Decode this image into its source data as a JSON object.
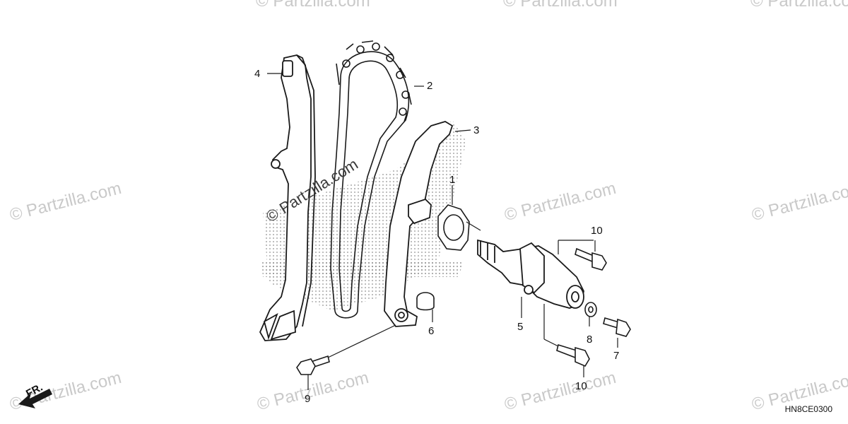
{
  "watermarks": [
    "© Partzilla.com",
    "© Partzilla.com",
    "© Partzilla.com",
    "© Partzilla.com",
    "© Partzilla.com",
    "© Partzilla.com",
    "© Partzilla.com",
    "© Partzilla.com",
    "© Partzilla.com",
    "© Partzilla.com"
  ],
  "center_watermark": "© Partzilla.com",
  "callouts": {
    "c1": "1",
    "c2": "2",
    "c3": "3",
    "c4": "4",
    "c5": "5",
    "c6": "6",
    "c7": "7",
    "c8": "8",
    "c9": "9",
    "c10a": "10",
    "c10b": "10"
  },
  "diagram_code": "HN8CE0300",
  "front_indicator": "FR.",
  "parts": [
    "cam-chain-guide",
    "cam-chain",
    "cam-chain-tensioner-arm",
    "tensioner-gasket",
    "tensioner-lifter",
    "collar",
    "sealing-bolt",
    "washer",
    "flange-bolt",
    "flange-bolt-long"
  ],
  "colors": {
    "line": "#1a1a1a",
    "watermark": "#c9c9c9",
    "shade": "#9a9a9a"
  }
}
